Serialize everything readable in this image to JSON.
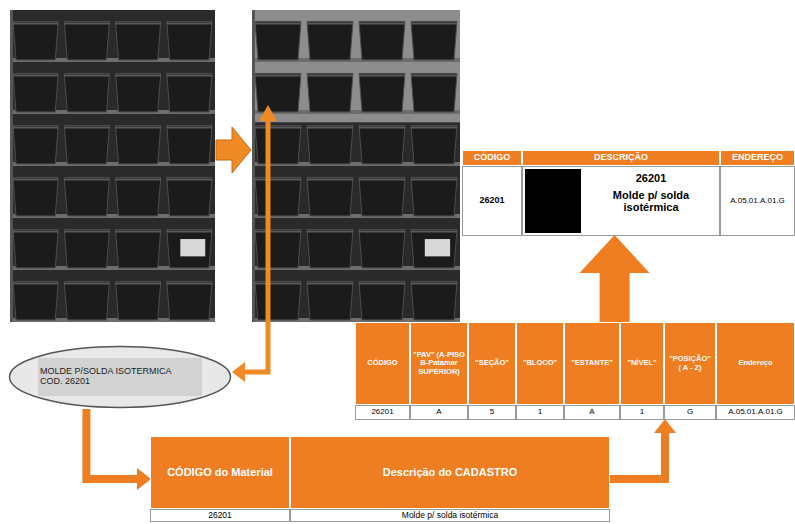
{
  "diagram": {
    "nodes": [
      {
        "text": [
          "MOLDE P/SOLDA ISOTERMICA COD. 26201"
        ]
      },
      {
        "text": [
          "CÓDIGO do Material",
          "Descrição do CADASTRO",
          "26201",
          "Molde p/ solda isotérmica"
        ]
      },
      {
        "text": [
          "CÓDIGO",
          "\"PAV\" (A-PISO B-Patamar SUPERIOR)",
          "\"SEÇÃO\"",
          "\"BLOCO\"",
          "\"ESTANTE\"",
          "\"NÍVEL\"",
          "\"POSIÇÃO\" ( A - Z)",
          "Endereço",
          "26201",
          "A",
          "5",
          "1",
          "A",
          "1",
          "G",
          "A.05.01.A.01.G"
        ]
      },
      {
        "text": [
          "CÓDIGO",
          "DESCRIÇÃO",
          "ENDEREÇO",
          "26201",
          "26201",
          "Molde p/ solda isotérmica",
          "A.05.01.A.01.G"
        ]
      }
    ],
    "edges": [
      {
        "from": 0,
        "to": 1,
        "arrow": "to"
      },
      {
        "from": 1,
        "to": 2,
        "arrow": "to"
      },
      {
        "from": 2,
        "to": 3,
        "arrow": "to"
      }
    ]
  }
}
